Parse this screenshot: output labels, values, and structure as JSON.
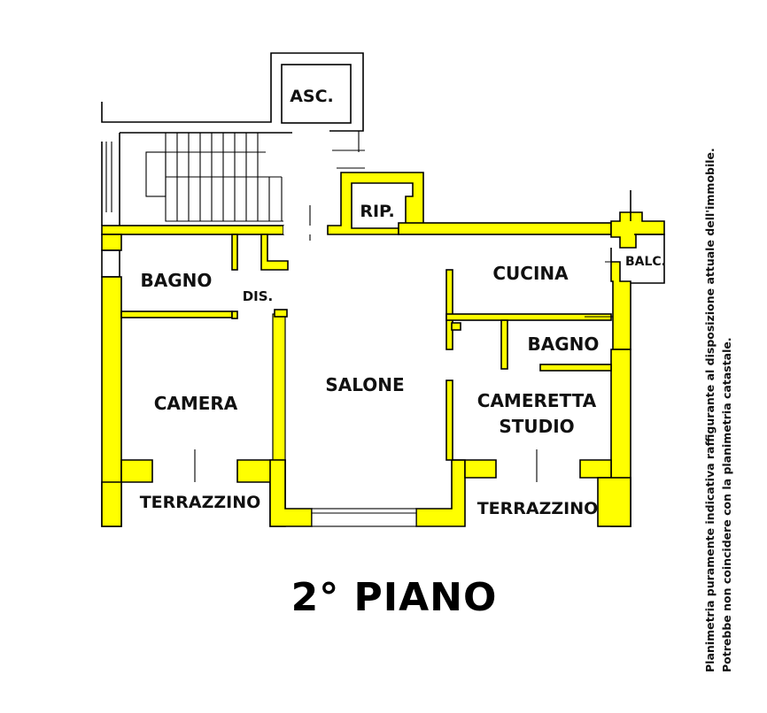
{
  "floor_title": "2° PIANO",
  "rooms": {
    "asc": "ASC.",
    "rip": "RIP.",
    "bagno_left": "BAGNO",
    "dis": "DIS.",
    "cucina": "CUCINA",
    "balc": "BALC.",
    "bagno_right": "BAGNO",
    "salone": "SALONE",
    "camera": "CAMERA",
    "cameretta_line1": "CAMERETTA",
    "cameretta_line2": "STUDIO",
    "terrazzino_left": "TERRAZZINO",
    "terrazzino_right": "TERRAZZINO"
  },
  "disclaimer": {
    "line1": "Planimetria puramente indicativa raffigurante al disposizione attuale dell'immobile.",
    "line2": "Potrebbe non coincidere con la planimetria catastale."
  },
  "colors": {
    "wall_fill": "#ffff00",
    "outline": "#000000",
    "background": "#ffffff"
  }
}
